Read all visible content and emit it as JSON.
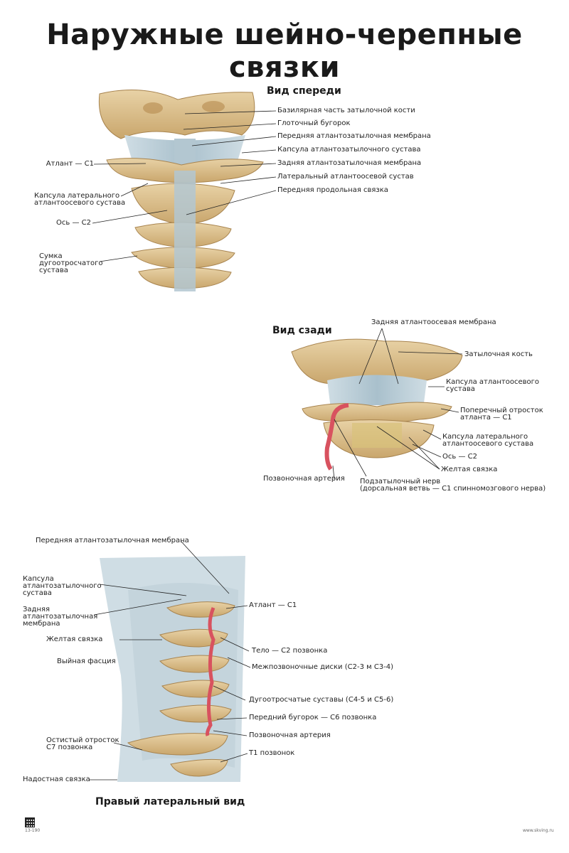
{
  "title": "Наружные шейно-черепные связки",
  "front": {
    "view_title": "Вид спереди",
    "labels": {
      "basilar": "Базилярная часть затылочной кости",
      "pharyngeal": "Глоточный бугорок",
      "ant_membrane": "Передняя атлантозатылочная мембрана",
      "capsule_ao": "Капсула атлантозатылочного сустава",
      "post_membrane": "Задняя атлантозатылочная мембрана",
      "lat_aa_joint": "Латеральный атлантоосевой сустав",
      "ant_long": "Передняя продольная связка",
      "atlas": "Атлант — C1",
      "capsule_lat": "Капсула латерального\nатлантоосевого сустава",
      "axis": "Ось — C2",
      "uncov": "Сумка\nдугоотросчатого\nсустава"
    }
  },
  "back": {
    "view_title": "Вид сзади",
    "labels": {
      "post_aa_membrane": "Задняя атлантоосевая мембрана",
      "occipital": "Затылочная кость",
      "capsule_aa": "Капсула атлантоосевого\nсустава",
      "transverse": "Поперечный отросток\nатланта — С1",
      "capsule_lat": "Капсула латерального\nатлантоосевого сустава",
      "axis": "Ось — С2",
      "flavum": "Желтая связка",
      "vert_artery": "Позвоночная артерия",
      "suboccipital": "Подзатылочный нерв\n(дорсальная ветвь — С1 спинномозгового нерва)"
    }
  },
  "lateral": {
    "view_title": "Правый латеральный вид",
    "labels": {
      "ant_membrane": "Передняя атлантозатылочная мембрана",
      "capsule_ao": "Капсула\nатлантозатылочного\nсустава",
      "post_membrane": "Задняя\nатлантозатылочная\nмембрана",
      "flavum": "Желтая связка",
      "nuchal": "Выйная фасция",
      "spinous": "Остистый отросток\nС7 позвонка",
      "supraspinous": "Надостная связка",
      "atlas": "Атлант — С1",
      "body_c2": "Тело — С2 позвонка",
      "discs": "Межпозвоночные диски (С2-3 м С3-4)",
      "uncov": "Дугоотросчатые суставы (С4-5 и С5-6)",
      "ant_tubercle": "Передний бугорок — С6 позвонка",
      "vert_artery": "Позвоночная артерия",
      "t1": "Т1 позвонок"
    }
  },
  "footer": {
    "code": "13-190",
    "site": "www.skving.ru"
  },
  "colors": {
    "bone": "#dcc08f",
    "bone_dark": "#b8965e",
    "ligament": "#b9ccd6",
    "artery": "#d8525f"
  }
}
